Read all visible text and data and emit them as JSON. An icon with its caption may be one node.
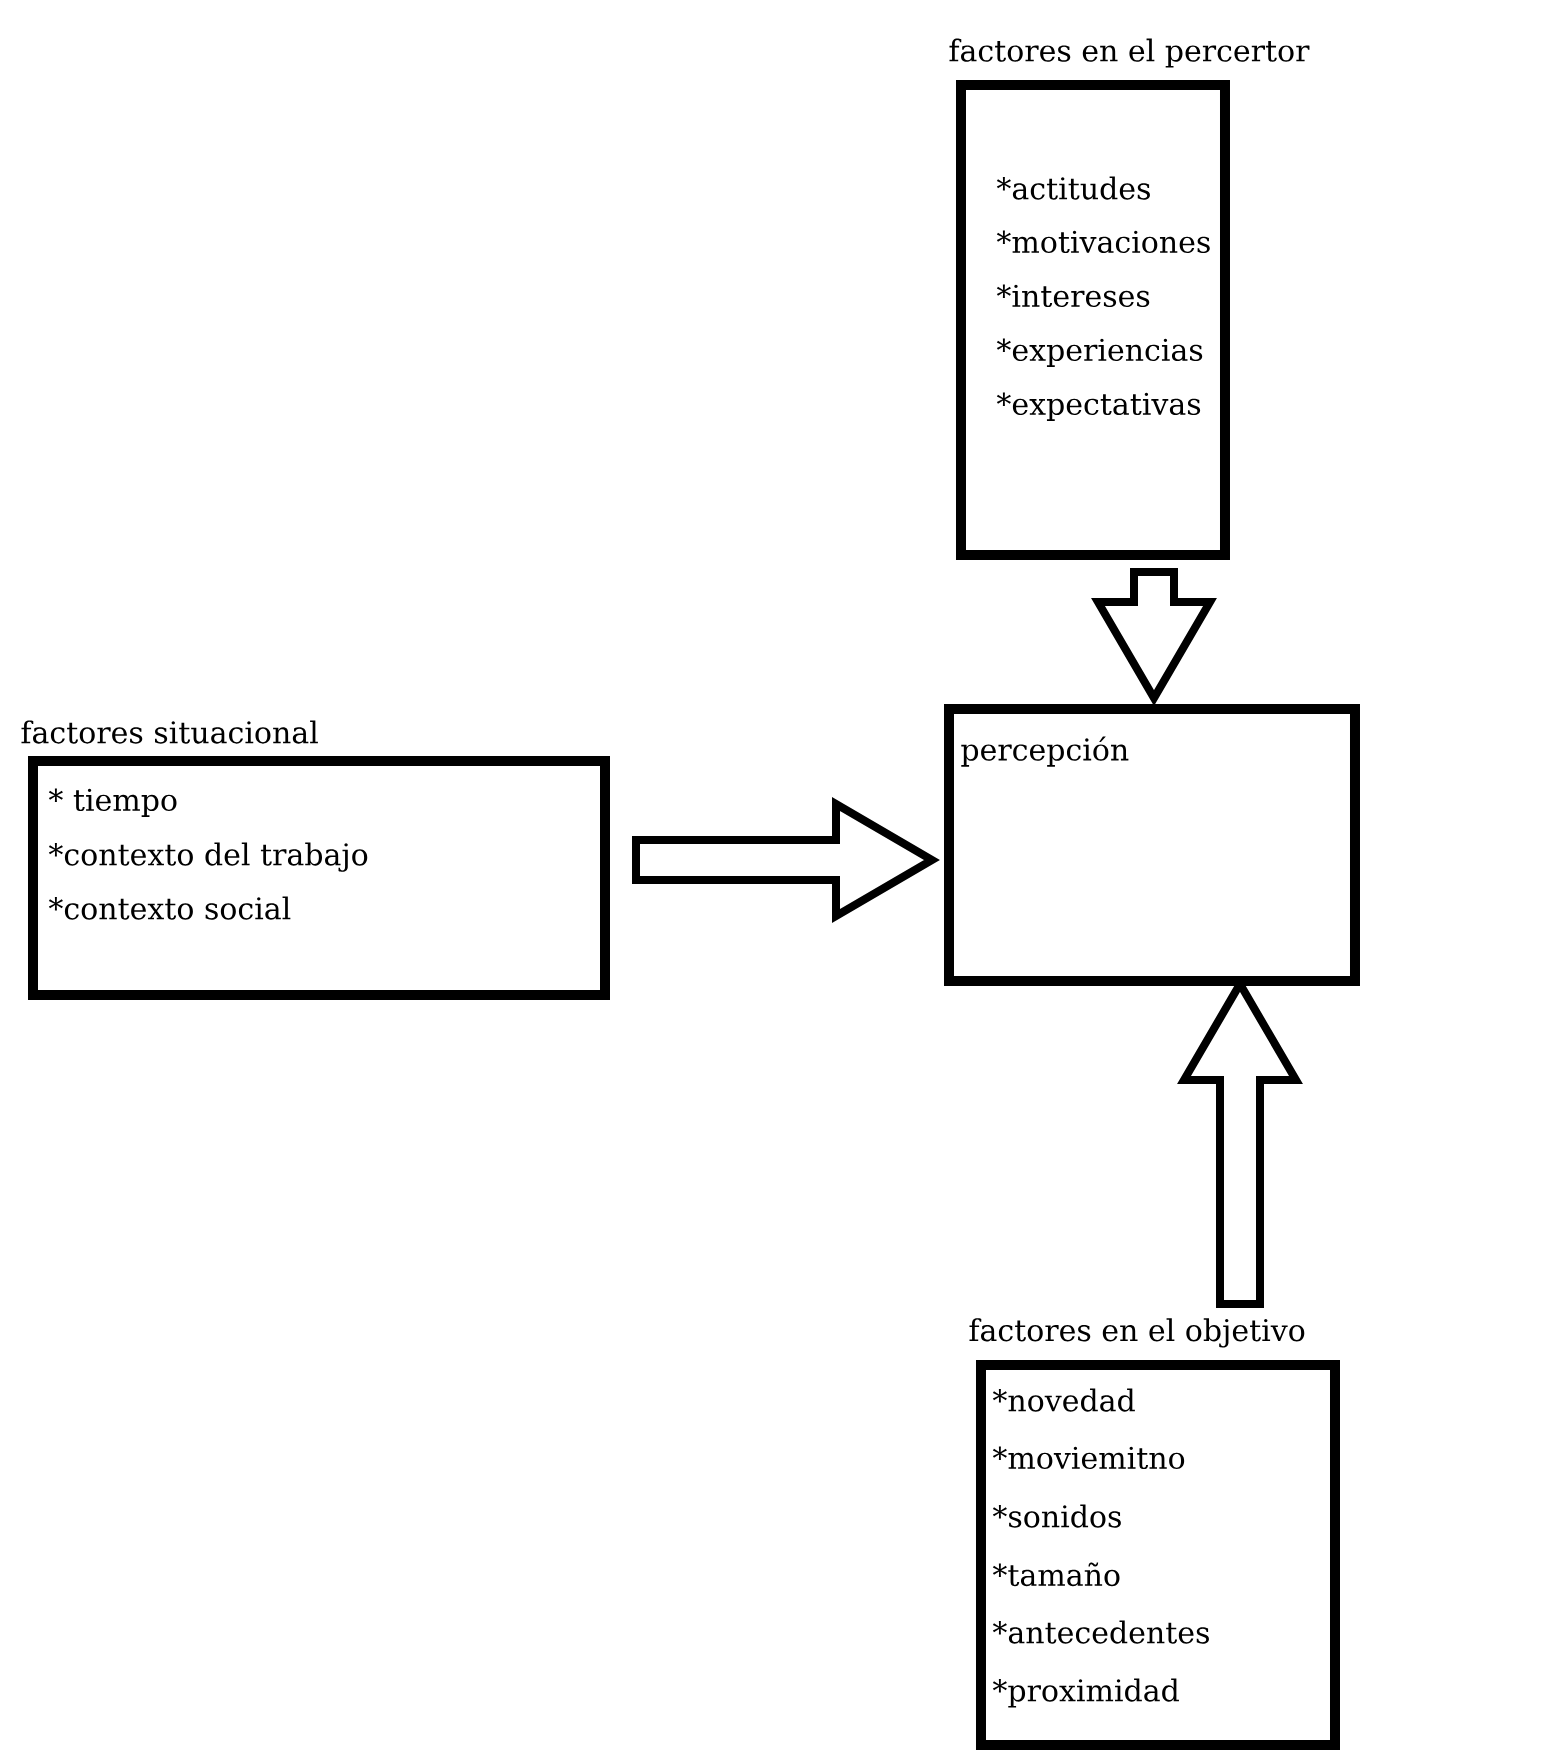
{
  "diagram": {
    "nodes": [
      {
        "text": [
          "factores en el percertor",
          "*actitudes",
          "*motivaciones",
          "*intereses",
          "*experiencias",
          "*expectativas"
        ]
      },
      {
        "text": [
          "factores situacional",
          "* tiempo",
          "*contexto del trabajo",
          "*contexto social"
        ]
      },
      {
        "text": [
          "percepción"
        ]
      },
      {
        "text": [
          "factores en el objetivo",
          "*novedad",
          "*moviemitno",
          "*sonidos",
          "*tamaño",
          "*antecedentes",
          "*proximidad"
        ]
      }
    ],
    "edges": [
      {
        "from": 0,
        "to": 2,
        "arrow": "to"
      },
      {
        "from": 1,
        "to": 2,
        "arrow": "to"
      },
      {
        "from": 3,
        "to": 2,
        "arrow": "to"
      }
    ]
  }
}
